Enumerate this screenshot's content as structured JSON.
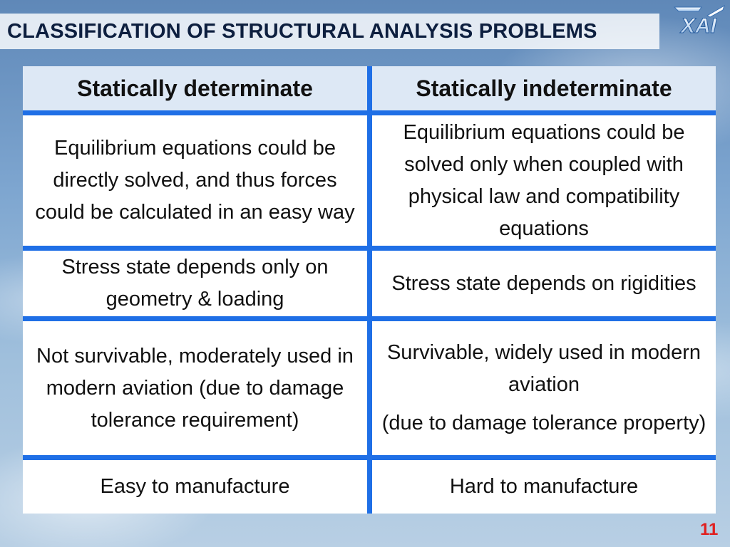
{
  "slide": {
    "title": "CLASSIFICATION OF STRUCTURAL ANALYSIS PROBLEMS",
    "page_number": "11",
    "logo_text": "XAI"
  },
  "table": {
    "headers": [
      "Statically determinate",
      "Statically indeterminate"
    ],
    "rows": [
      {
        "left": "Equilibrium equations could be directly solved, and thus forces could be calculated in an easy way",
        "right": "Equilibrium equations could be solved only when coupled with physical law and compatibility equations"
      },
      {
        "left": "Stress state depends only on geometry & loading",
        "right": "Stress state depends on rigidities"
      },
      {
        "left": "Not survivable, moderately used in modern aviation (due to damage tolerance requirement)",
        "right_line1": "Survivable, widely used in modern aviation",
        "right_line2": "(due to damage tolerance property)"
      },
      {
        "left": "Easy to manufacture",
        "right": "Hard to manufacture"
      }
    ]
  },
  "colors": {
    "grid": "#1f6fe6",
    "header_bg": "#dde8f5",
    "title_text": "#0d1f3f",
    "page_number": "#e02020"
  }
}
